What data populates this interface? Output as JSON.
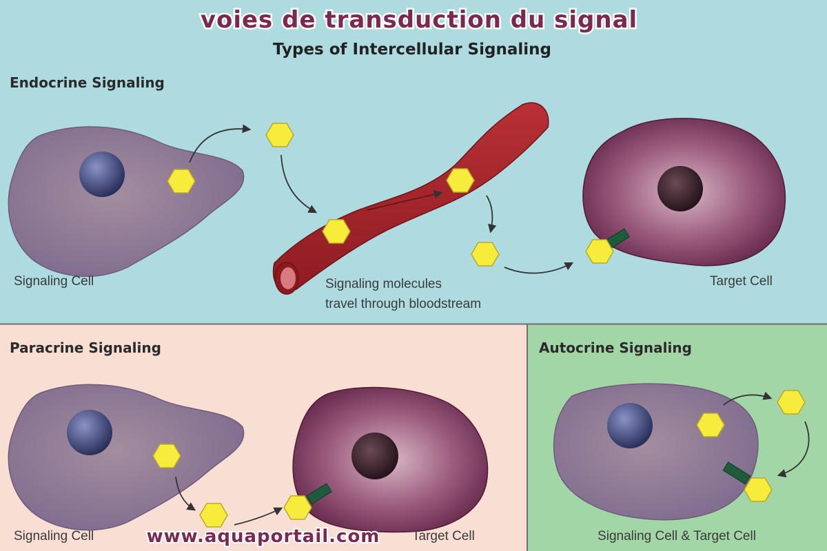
{
  "header": {
    "title": "voies de transduction du signal",
    "subtitle": "Types of Intercellular Signaling"
  },
  "endocrine": {
    "heading": "Endocrine Signaling",
    "signaling_cell_label": "Signaling Cell",
    "bloodstream_label_line1": "Signaling molecules",
    "bloodstream_label_line2": "travel through bloodstream",
    "target_cell_label": "Target Cell"
  },
  "paracrine": {
    "heading": "Paracrine Signaling",
    "signaling_cell_label": "Signaling Cell",
    "target_cell_label": "Target Cell"
  },
  "autocrine": {
    "heading": "Autocrine Signaling",
    "cell_label": "Signaling Cell & Target Cell"
  },
  "watermark": "www.aquaportail.com",
  "colors": {
    "endocrine_panel": "#aedbe0",
    "paracrine_panel": "#f9ded4",
    "autocrine_panel": "#a3d6a6",
    "signaling_cell": "#8a7296",
    "target_cell": "#7c3a5e",
    "blood_vessel": "#a8262c",
    "molecule": "#f7ec3c",
    "receptor": "#1d5b3a"
  }
}
